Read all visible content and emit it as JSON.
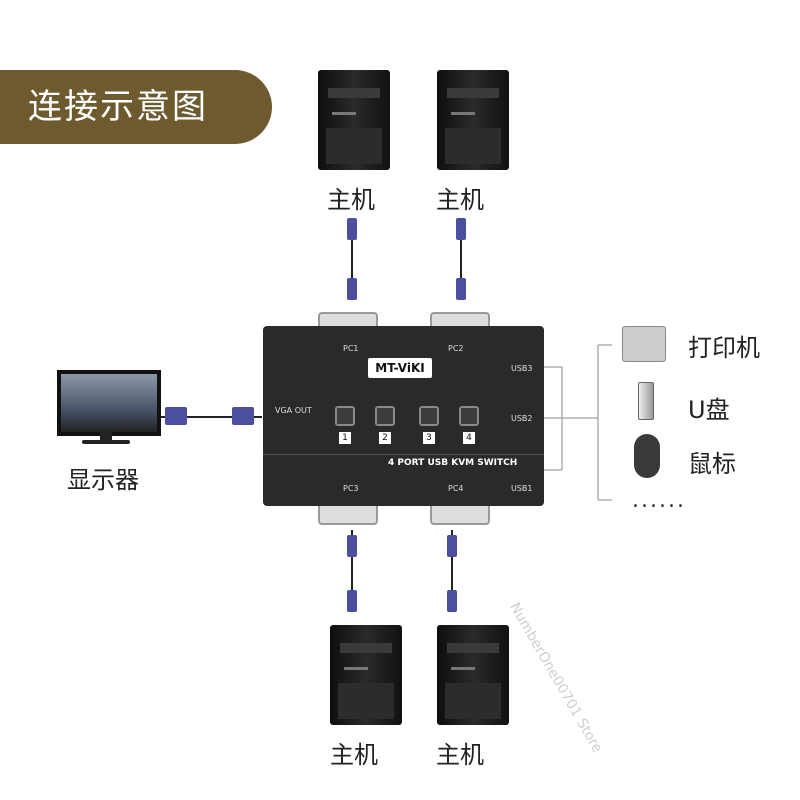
{
  "title": "连接示意图",
  "labels": {
    "host_top_left": "主机",
    "host_top_right": "主机",
    "host_bottom_left": "主机",
    "host_bottom_right": "主机",
    "monitor": "显示器",
    "printer": "打印机",
    "usb_drive": "U盘",
    "mouse": "鼠标",
    "more": "......"
  },
  "kvm": {
    "brand": "MT-ViKI",
    "model_text": "4 PORT USB KVM SWITCH",
    "ports": [
      "PC1",
      "PC2",
      "PC3",
      "PC4"
    ],
    "usb_ports": [
      "USB3",
      "USB2",
      "USB1"
    ],
    "vga_out": "VGA OUT",
    "buttons": [
      "1",
      "2",
      "3",
      "4"
    ]
  },
  "watermark": "NumberOne00701 Store"
}
